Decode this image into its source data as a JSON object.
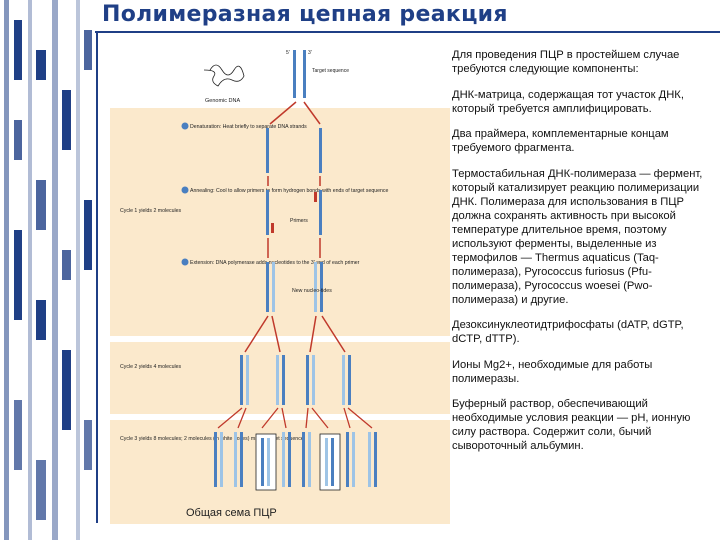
{
  "slide": {
    "title": "Полимеразная цепная реакция",
    "caption": "Общая сема ПЦР",
    "paragraphs": [
      "Для проведения ПЦР в простейшем случае требуются следующие компоненты:",
      "ДНК-матрица, содержащая тот участок ДНК, который требуется амплифицировать.",
      "Два праймера, комплементарные концам требуемого фрагмента.",
      "Термостабильная ДНК-полимераза — фермент, который катализирует реакцию полимеризации ДНК. Полимераза для использования в ПЦР должна сохранять активность при высокой температуре длительное время, поэтому используют ферменты, выделенные из термофилов — Thermus aquaticus (Taq-полимераза), Pyrococcus furiosus (Pfu-полимераза), Pyrococcus woesei (Pwo-полимераза) и другие.",
      "Дезоксинуклеотидтрифосфаты (dATP, dGTP, dCTP, dTTP).",
      "Ионы Mg2+, необходимые для работы полимеразы.",
      "Буферный раствор, обеспечивающий необходимые условия реакции — pH, ионную силу раствора. Содержит соли, бычий сывороточный альбумин."
    ]
  },
  "figure": {
    "genomic_dna": "Genomic DNA",
    "target": "Target sequence",
    "steps": [
      {
        "num": "1",
        "text": "Denaturation: Heat briefly to separate DNA strands"
      },
      {
        "num": "2",
        "text": "Annealing: Cool to allow primers to form hydrogen bonds with ends of target sequence"
      },
      {
        "num": "3",
        "text": "Extension: DNA polymerase adds nucleotides to the 3' end of each primer"
      }
    ],
    "primers": "Primers",
    "new_nucleotides": "New nucleo-tides",
    "cycle1": "Cycle 1 yields 2 molecules",
    "cycle2": "Cycle 2 yields 4 molecules",
    "cycle3": "Cycle 3 yields 8 molecules; 2 molecules (in white boxes) match target sequence",
    "five": "5'",
    "three": "3'",
    "colors": {
      "strand_blue": "#4a7fc0",
      "strand_light": "#9ec4e6",
      "arrow_red": "#c0392b",
      "band_orange": "#fbe9cc",
      "text_blue": "#1f3f86"
    }
  }
}
